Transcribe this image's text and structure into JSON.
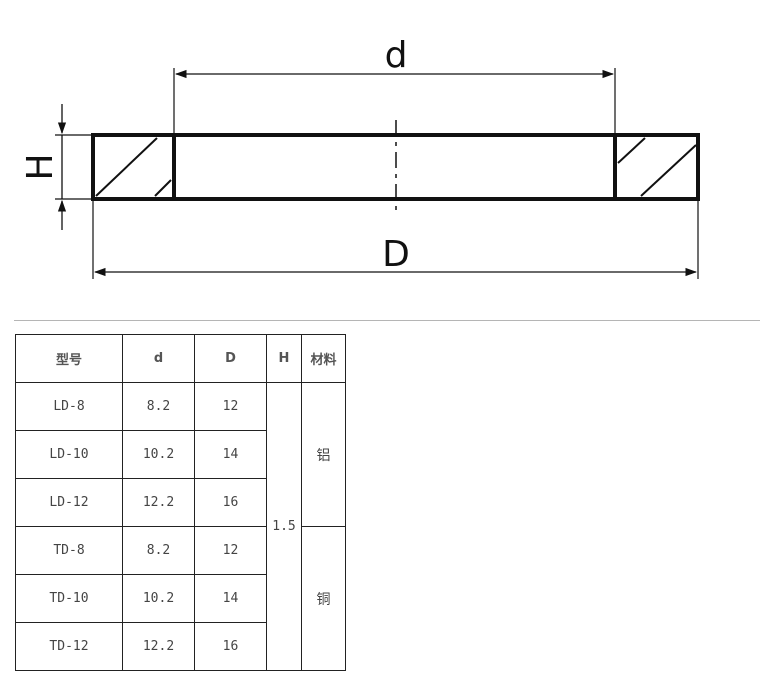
{
  "drawing": {
    "labels": {
      "d": "d",
      "D": "D",
      "H": "H"
    }
  },
  "table": {
    "headers": [
      "型号",
      "d",
      "D",
      "H",
      "材料"
    ],
    "rows": [
      {
        "model": "LD-8",
        "d": "8.2",
        "D": "12"
      },
      {
        "model": "LD-10",
        "d": "10.2",
        "D": "14"
      },
      {
        "model": "LD-12",
        "d": "12.2",
        "D": "16"
      },
      {
        "model": "TD-8",
        "d": "8.2",
        "D": "12"
      },
      {
        "model": "TD-10",
        "d": "10.2",
        "D": "14"
      },
      {
        "model": "TD-12",
        "d": "12.2",
        "D": "16"
      }
    ],
    "H_value": "1.5",
    "materials": [
      "铝",
      "铜"
    ]
  }
}
